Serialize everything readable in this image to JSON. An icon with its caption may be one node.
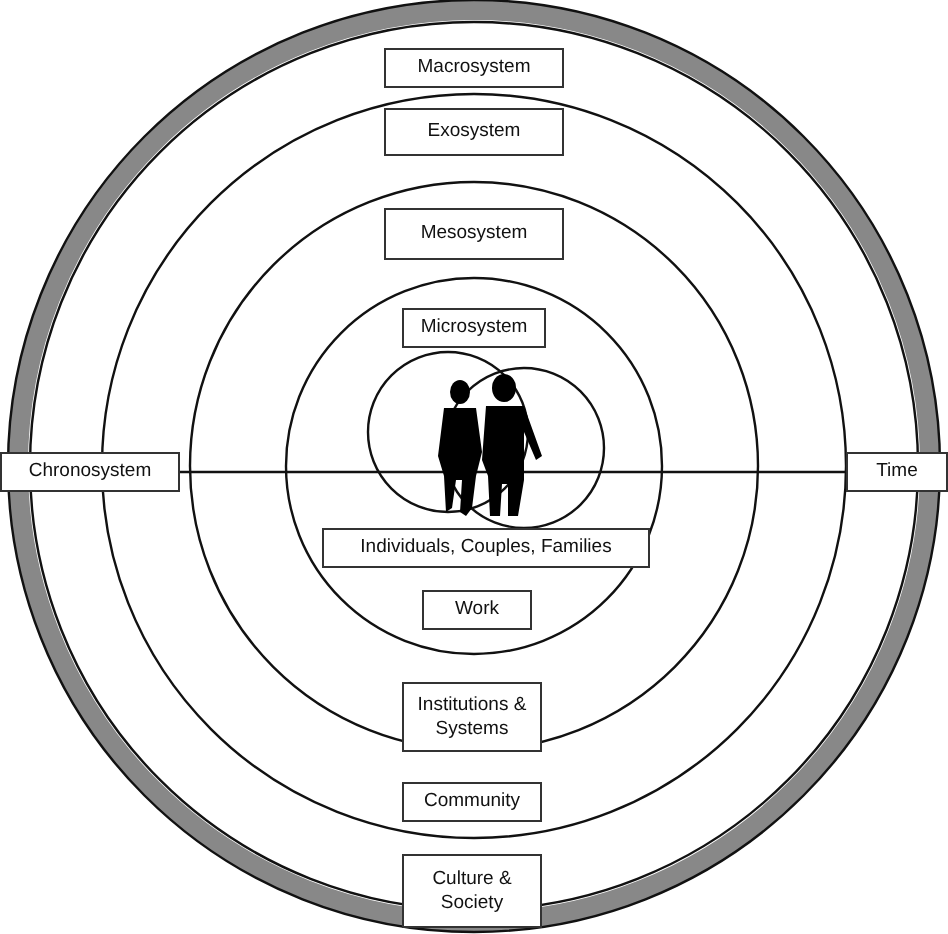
{
  "diagram": {
    "nodes": [
      {
        "text": [
          "Macrosystem"
        ]
      },
      {
        "text": [
          "Exosystem"
        ]
      },
      {
        "text": [
          "Mesosystem"
        ]
      },
      {
        "text": [
          "Microsystem"
        ]
      },
      {
        "text": [
          "Chronosystem"
        ]
      },
      {
        "text": [
          "Time"
        ]
      },
      {
        "text": [
          "Individuals, Couples, Families"
        ]
      },
      {
        "text": [
          "Work"
        ]
      },
      {
        "text": [
          "Institutions & Systems"
        ]
      },
      {
        "text": [
          "Community"
        ]
      },
      {
        "text": [
          "Culture & Society"
        ]
      }
    ],
    "edges": [
      {
        "from": 4,
        "to": 5,
        "arrow": "none"
      }
    ]
  }
}
